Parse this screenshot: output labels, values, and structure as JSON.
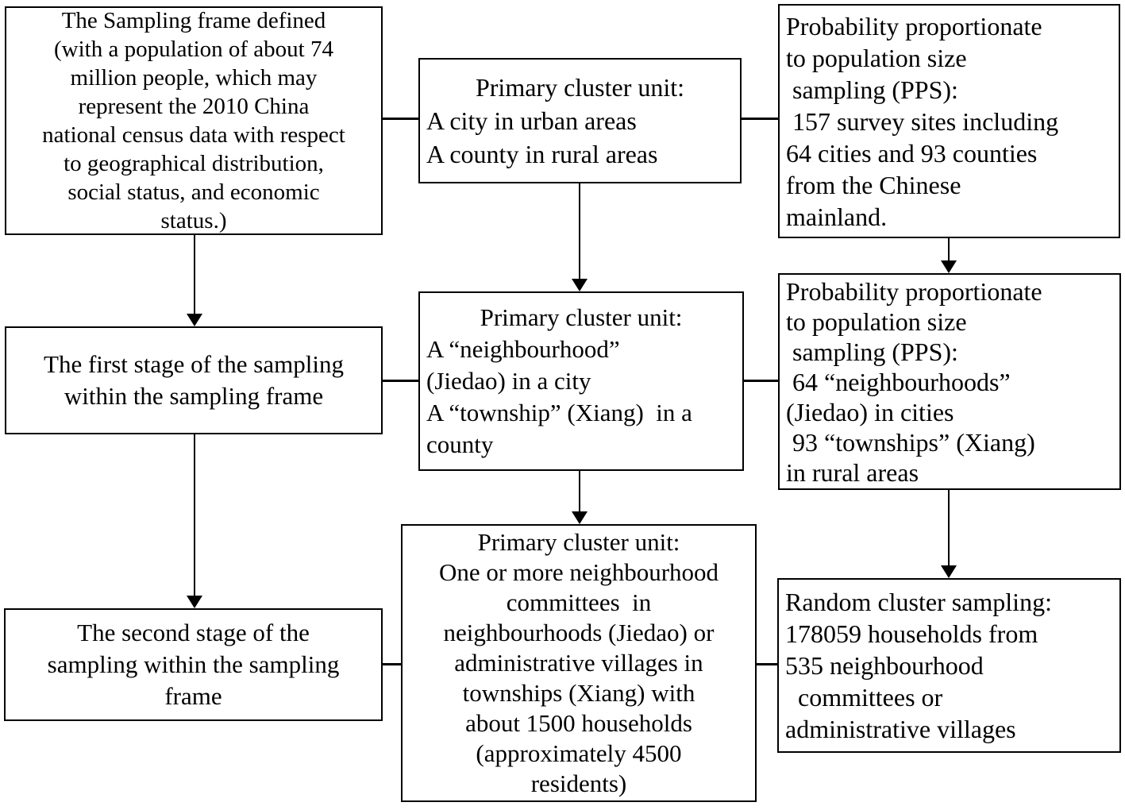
{
  "diagram": {
    "title": "Two-stage sampling flowchart",
    "colors": {
      "line": "#000000",
      "background": "#ffffff",
      "text": "#000000"
    },
    "left_column": {
      "sampling_frame": "The Sampling frame defined\n(with a population of about 74\nmillion people, which may\nrepresent the 2010 China\nnational census data with respect\nto geographical distribution,\nsocial status, and economic\nstatus.)",
      "first_stage": "The first stage of the sampling\nwithin the sampling frame",
      "second_stage": "The second stage of the\nsampling within the sampling\nframe"
    },
    "middle_column": {
      "pcu1": {
        "title": "Primary cluster unit:",
        "body": "A city in urban areas\nA county in rural areas"
      },
      "pcu2": {
        "title": "Primary cluster unit:",
        "body": "A “neighbourhood”\n(Jiedao) in a city\nA “township” (Xiang)  in a\ncounty"
      },
      "pcu3": "Primary cluster unit:\nOne or more neighbourhood\ncommittees  in\nneighbourhoods (Jiedao) or\nadministrative villages in\ntownships (Xiang) with\nabout 1500 households\n(approximately 4500\nresidents)"
    },
    "right_column": {
      "pps1": "Probability proportionate\nto population size\n sampling (PPS):\n 157 survey sites including\n64 cities and 93 counties\nfrom the Chinese\nmainland.",
      "pps2": "Probability proportionate\nto population size\n sampling (PPS):\n 64 “neighbourhoods”\n(Jiedao) in cities\n 93 “townships” (Xiang)\nin rural areas",
      "random_cluster": "Random cluster sampling:\n178059 households from\n535 neighbourhood\n  committees or\nadministrative villages"
    }
  }
}
